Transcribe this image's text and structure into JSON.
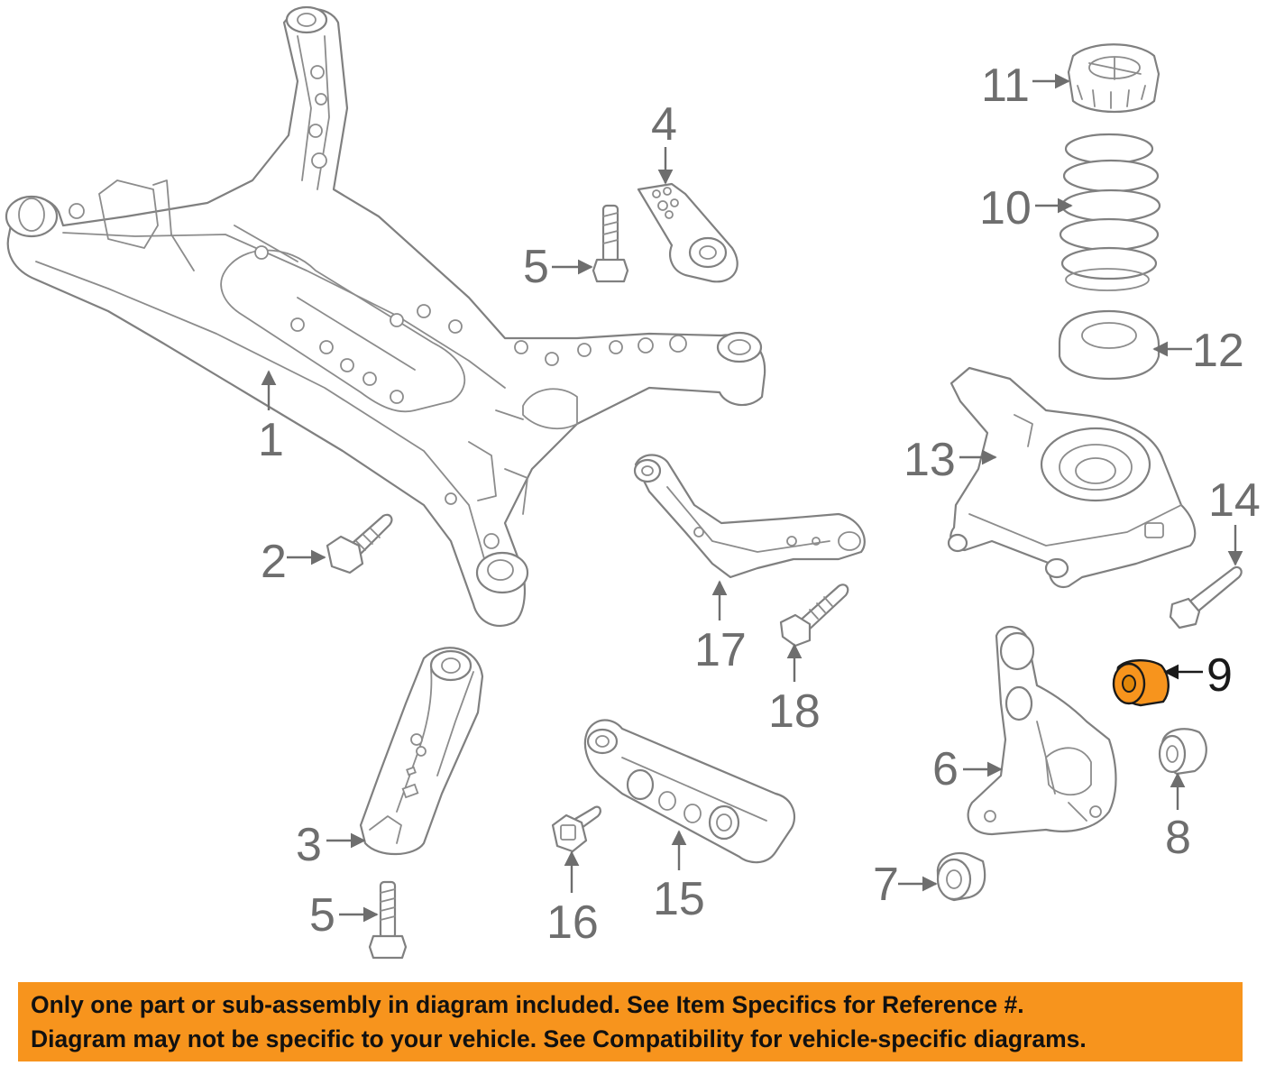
{
  "diagram": {
    "highlight_color": "#f7941d",
    "highlighted_part": "9",
    "callouts": {
      "c1": "1",
      "c2": "2",
      "c3": "3",
      "c4": "4",
      "c5a": "5",
      "c5b": "5",
      "c6": "6",
      "c7": "7",
      "c8": "8",
      "c9": "9",
      "c10": "10",
      "c11": "11",
      "c12": "12",
      "c13": "13",
      "c14": "14",
      "c15": "15",
      "c16": "16",
      "c17": "17",
      "c18": "18"
    }
  },
  "notice": {
    "line1": "Only one part or sub-assembly in diagram included. See Item Specifics for Reference #.",
    "line2": "Diagram may not be specific to your vehicle. See Compatibility for vehicle-specific diagrams.",
    "background_color": "#f7941d"
  }
}
